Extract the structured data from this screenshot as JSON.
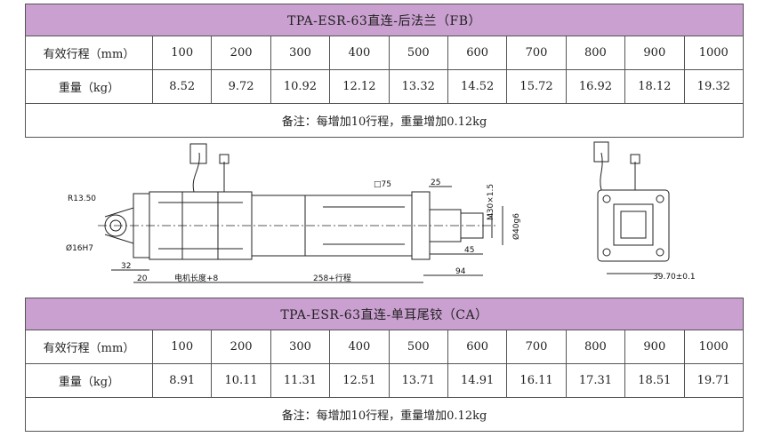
{
  "table_fb": {
    "title": "TPA-ESR-63直连-后法兰（FB）",
    "row_stroke": {
      "label": "有效行程（mm）",
      "values": [
        "100",
        "200",
        "300",
        "400",
        "500",
        "600",
        "700",
        "800",
        "900",
        "1000"
      ]
    },
    "row_weight": {
      "label": "重量（kg）",
      "values": [
        "8.52",
        "9.72",
        "10.92",
        "12.12",
        "13.32",
        "14.52",
        "15.72",
        "16.92",
        "18.12",
        "19.32"
      ]
    },
    "note": "备注：每增加10行程，重量增加0.12kg"
  },
  "drawing": {
    "labels": {
      "r": "R13.50",
      "phi16": "Ø16H7",
      "square": "□75",
      "d25": "25",
      "m30": "M30×1.5",
      "phi40": "Ø40g6",
      "d45": "45",
      "d32": "32",
      "d20": "20",
      "motor": "电机长度+8",
      "stroke": "258+行程",
      "d94": "94",
      "d3970": "39.70±0.1"
    }
  },
  "table_ca": {
    "title": "TPA-ESR-63直连-单耳尾铰（CA）",
    "row_stroke": {
      "label": "有效行程（mm）",
      "values": [
        "100",
        "200",
        "300",
        "400",
        "500",
        "600",
        "700",
        "800",
        "900",
        "1000"
      ]
    },
    "row_weight": {
      "label": "重量（kg）",
      "values": [
        "8.91",
        "10.11",
        "11.31",
        "12.51",
        "13.71",
        "14.91",
        "16.11",
        "17.31",
        "18.51",
        "19.71"
      ]
    },
    "note": "备注：每增加10行程，重量增加0.12kg"
  }
}
